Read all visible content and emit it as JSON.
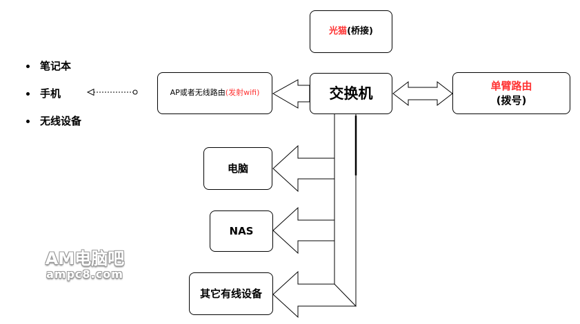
{
  "nodes": {
    "modem": {
      "label_red": "光猫",
      "label_rest": "(桥接)"
    },
    "switch": {
      "label": "交换机"
    },
    "ap": {
      "label_rest": "AP或者无线路由",
      "label_red": "(发射wifi)"
    },
    "router": {
      "line1": "单臂路由",
      "line2": "(拨号)"
    },
    "pc": {
      "label": "电脑"
    },
    "nas": {
      "label": "NAS"
    },
    "wired": {
      "label": "其它有线设备"
    }
  },
  "wireless_clients": [
    "笔记本",
    "手机",
    "无线设备"
  ],
  "watermark": {
    "main": "AM电脑吧",
    "sub": "ampc8.com"
  },
  "colors": {
    "accent_red": "#ff3333",
    "line": "#000000"
  }
}
